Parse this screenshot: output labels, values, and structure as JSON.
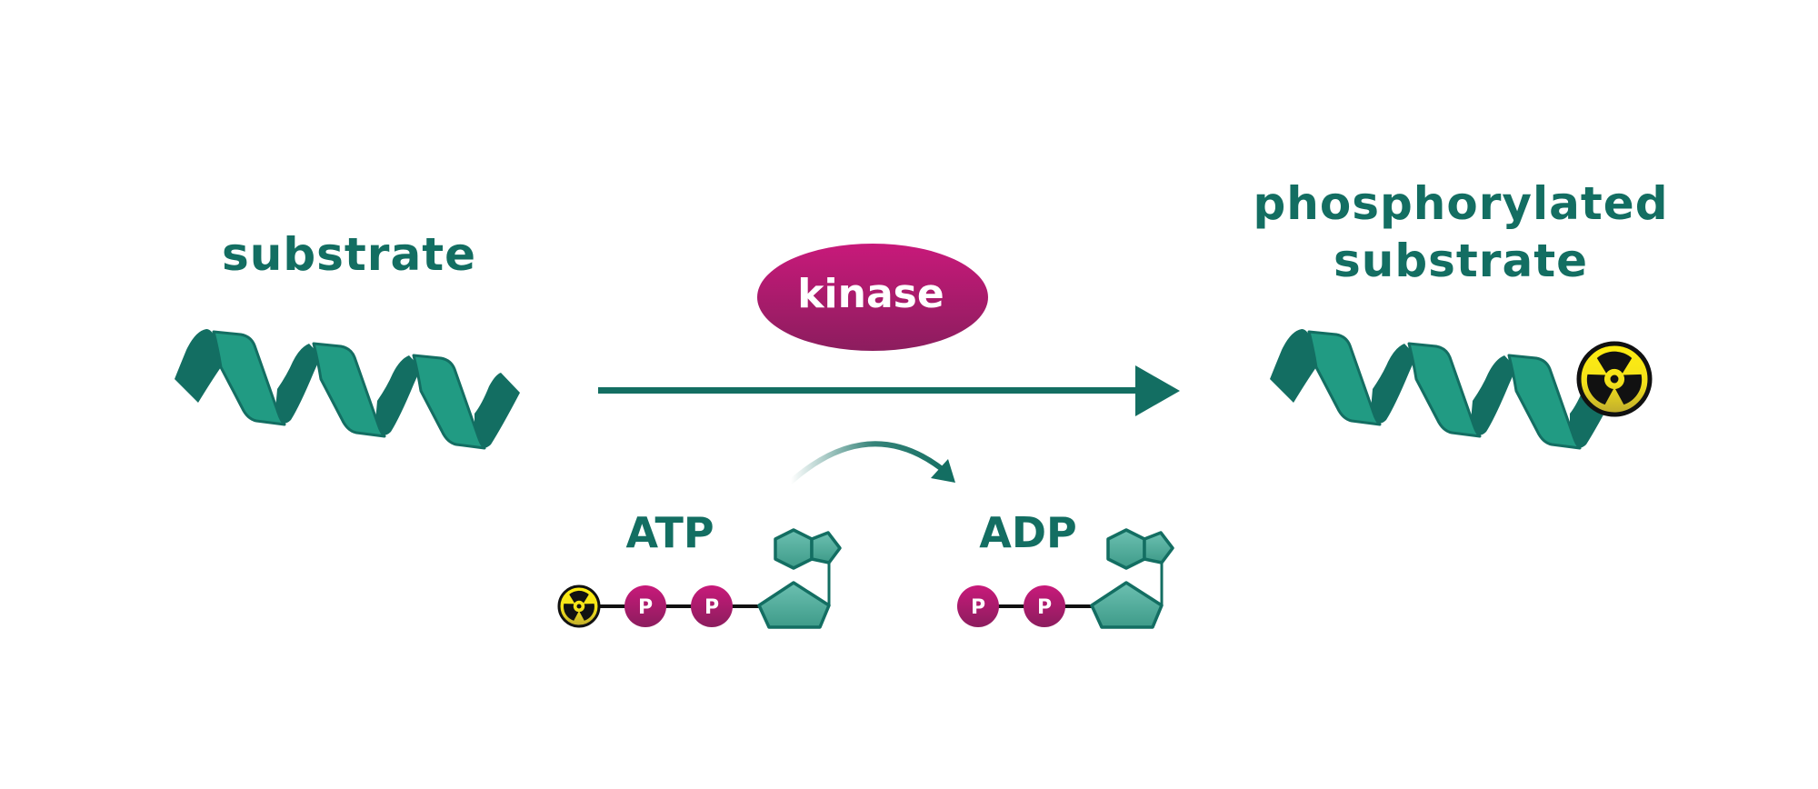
{
  "diagram": {
    "title": "Kinase phosphorylation reaction",
    "colors": {
      "teal_dark": "#136E62",
      "teal_light": "#219B83",
      "kinase_top": "#C8197A",
      "kinase_bottom": "#8C1D5E",
      "radioactive_yellow": "#FBEA12",
      "nucleotide_fill": "#5FB5A6",
      "bond_line": "#111111"
    },
    "reactant": {
      "label": "substrate",
      "icon": "alpha-helix-icon"
    },
    "enzyme": {
      "label": "kinase"
    },
    "main_arrow": {
      "icon": "reaction-arrow-icon"
    },
    "cofactor_in": {
      "label": "ATP",
      "phosphates": [
        {
          "kind": "radiolabeled",
          "icon": "radioactive-icon"
        },
        {
          "kind": "phosphate",
          "text": "P"
        },
        {
          "kind": "phosphate",
          "text": "P"
        }
      ]
    },
    "cofactor_out": {
      "label": "ADP",
      "phosphates": [
        {
          "kind": "phosphate",
          "text": "P"
        },
        {
          "kind": "phosphate",
          "text": "P"
        }
      ]
    },
    "product": {
      "label_line1": "phosphorylated",
      "label_line2": "substrate",
      "icon": "alpha-helix-icon",
      "tag_icon": "radioactive-icon"
    }
  }
}
